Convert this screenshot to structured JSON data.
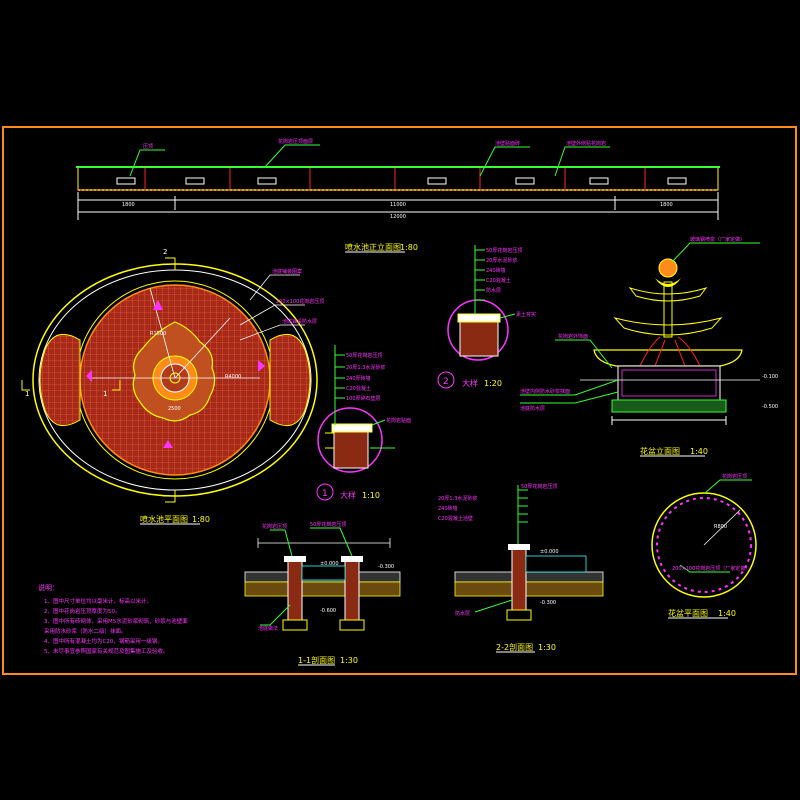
{
  "colors": {
    "background": "#000000",
    "frame": "#ff8c1a",
    "yellow": "#ffff00",
    "magenta": "#ff33ff",
    "green": "#33ff33",
    "red": "#ff2222",
    "white": "#ffffff",
    "cyan": "#33ffff"
  },
  "elevation": {
    "title": "喷水池正立面图",
    "scale": "1:80",
    "callouts": [
      "压顶",
      "花岗岩压顶面层",
      "池壁贴面砖",
      "池壁外侧贴花岗岩"
    ],
    "dims": [
      "1800",
      "11000",
      "1800",
      "12000"
    ]
  },
  "plan": {
    "title": "喷水池平面图",
    "scale": "1:80",
    "sec1": "1",
    "sec2": "2",
    "callouts": [
      "池底铺装图案",
      "200×100花岗岩压顶",
      "池底铺设防水层"
    ],
    "dims": [
      "R1500",
      "R4000",
      "2500"
    ]
  },
  "detail1": {
    "num": "1",
    "label": "大样",
    "scale": "1:10",
    "callouts": [
      "50厚花岗岩压顶",
      "20厚1:3水泥砂浆",
      "240厚砖墙",
      "C20混凝土",
      "100厚碎石垫层",
      "花岗岩贴面"
    ]
  },
  "detail2": {
    "num": "2",
    "label": "大样",
    "scale": "1:20",
    "callouts": [
      "50厚花岗岩压顶",
      "20厚水泥砂浆",
      "240砖墙",
      "C20混凝土",
      "防水层",
      "素土夯实"
    ]
  },
  "fountain": {
    "title": "花盆立面图",
    "scale": "1:40",
    "callouts": [
      "玻璃钢喷泉（厂家定做）",
      "花岗岩外饰面",
      "池壁内侧防水砂浆抹面",
      "池底防水层"
    ],
    "levels": [
      "-0.100",
      "-0.500"
    ]
  },
  "pot_plan": {
    "title": "花盆平面图",
    "scale": "1:40",
    "callouts": [
      "花岗岩压顶",
      "200×100花岗岩压顶（厂家定做）"
    ],
    "dims": [
      "R800"
    ]
  },
  "section1": {
    "title": "1-1剖面图",
    "scale": "1:30",
    "callouts": [
      "花岗岩压顶",
      "50厚花岗岩压顶",
      "池底做法"
    ],
    "levels": [
      "±0.000",
      "-0.300",
      "-0.600"
    ]
  },
  "section2": {
    "title": "2-2剖面图",
    "scale": "1:30",
    "callouts": [
      "50厚花岗岩压顶",
      "20厚1:3水泥砂浆",
      "240砖墙",
      "C20混凝土池壁",
      "防水层"
    ],
    "levels": [
      "±0.000",
      "-0.300"
    ]
  },
  "notes": {
    "heading": "说明：",
    "items": [
      "1、图中尺寸单位均以毫米计，标高以米计。",
      "2、图中花岗岩压顶厚度为50。",
      "3、图中所有砖砌体，采用M5水泥砂浆砌筑，砂浆与池壁面",
      "    采用防水砂浆（防水二级）抹面。",
      "4、图中所有混凝土均为C20，钢筋采用一级钢。",
      "5、未尽事宜参照国家有关规范及图集施工及验收。"
    ]
  }
}
